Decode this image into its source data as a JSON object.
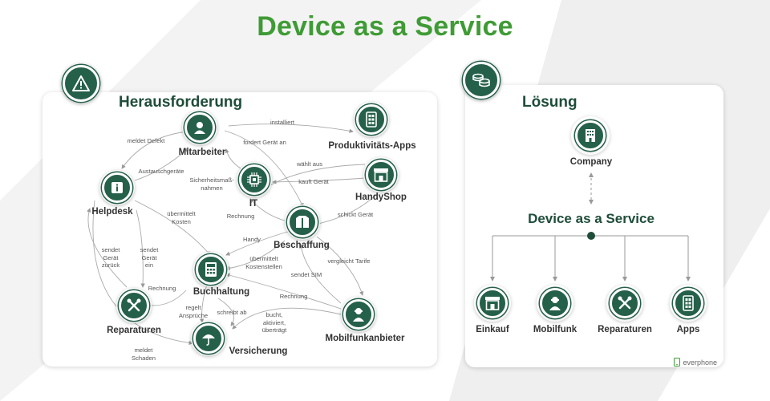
{
  "title": "Device as a Service",
  "challenge": {
    "heading": "Herausforderung",
    "nodes": {
      "mitarbeiter": "Mitarbeiter",
      "produktivitaet": "Produktivitäts-Apps",
      "helpdesk": "Helpdesk",
      "it": "IT",
      "handyshop": "HandyShop",
      "beschaffung": "Beschaffung",
      "buchhaltung": "Buchhaltung",
      "reparaturen": "Reparaturen",
      "versicherung": "Versicherung",
      "mobilfunkanbieter": "Mobilfunkanbieter"
    },
    "edges": {
      "installiert": "installiert",
      "meldet_defekt": "meldet Defekt",
      "fordert_geraet_an": "fordert Gerät an",
      "austauschgeraete": "Austauschgeräte",
      "sicherheitsmassnahmen": "Sicherheitsmaß-\nnahmen",
      "waehlt_aus": "wählt aus",
      "kauft_geraet": "kauft Gerät",
      "uebermittelt_kosten": "übermittelt\nKosten",
      "rechnung_it": "Rechnung",
      "schickt_geraet": "schickt Gerät",
      "handy": "Handy",
      "sendet_geraet_zurueck": "sendet\nGerät\nzurück",
      "sendet_geraet_ein": "sendet\nGerät\nein",
      "uebermittelt_kostenstellen": "übermittelt\nKostenstellen",
      "vergleicht_tarife": "vergleicht Tarife",
      "sendet_sim": "sendet SIM",
      "rechnung_rep": "Rechnung",
      "rechnung_mob": "Rechnung",
      "regelt_ansprueche": "regelt\nAnsprüche",
      "schreibt_ab": "schreibt ab",
      "bucht": "bucht,\naktiviert,\nüberträgt",
      "meldet_schaden": "meldet\nSchaden"
    }
  },
  "solution": {
    "heading": "Lösung",
    "company": "Company",
    "service": "Device as a Service",
    "children": [
      "Einkauf",
      "Mobilfunk",
      "Reparaturen",
      "Apps"
    ]
  },
  "brand": "everphone",
  "colors": {
    "accent_green": "#3f9b35",
    "dark_green": "#25604a"
  },
  "icons": {
    "challenge_badge": "warning-icon",
    "solution_badge": "coins-icon"
  }
}
